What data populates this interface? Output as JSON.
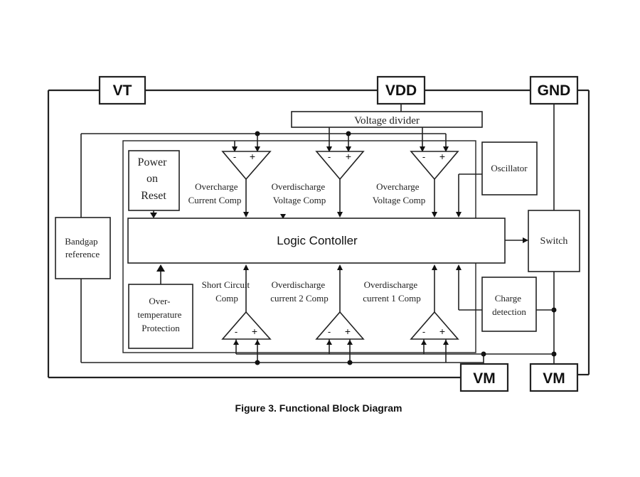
{
  "pins": {
    "vt": "VT",
    "vdd": "VDD",
    "gnd": "GND",
    "vm_left": "VM",
    "vm_right": "VM"
  },
  "blocks": {
    "voltage_divider": "Voltage divider",
    "power_on_reset": [
      "Power",
      "on",
      "Reset"
    ],
    "bandgap": [
      "Bandgap",
      "reference"
    ],
    "logic": "Logic Contoller",
    "oscillator": "Oscillator",
    "switch": "Switch",
    "charge_detection": [
      "Charge",
      "detection"
    ],
    "over_temperature": [
      "Over-",
      "temperature",
      "Protection"
    ]
  },
  "comparators": {
    "overcharge_current": [
      "Overcharge",
      "Current Comp"
    ],
    "overdischarge_voltage": [
      "Overdischarge",
      "Voltage Comp"
    ],
    "overcharge_voltage": [
      "Overcharge",
      "Voltage Comp"
    ],
    "short_circuit": [
      "Short Circuit",
      "Comp"
    ],
    "overdischarge_current_2": [
      "Overdischarge",
      "current 2 Comp"
    ],
    "overdischarge_current_1": [
      "Overdischarge",
      "current 1 Comp"
    ],
    "minus": "-",
    "plus": "+"
  },
  "caption": "Figure 3. Functional Block Diagram"
}
